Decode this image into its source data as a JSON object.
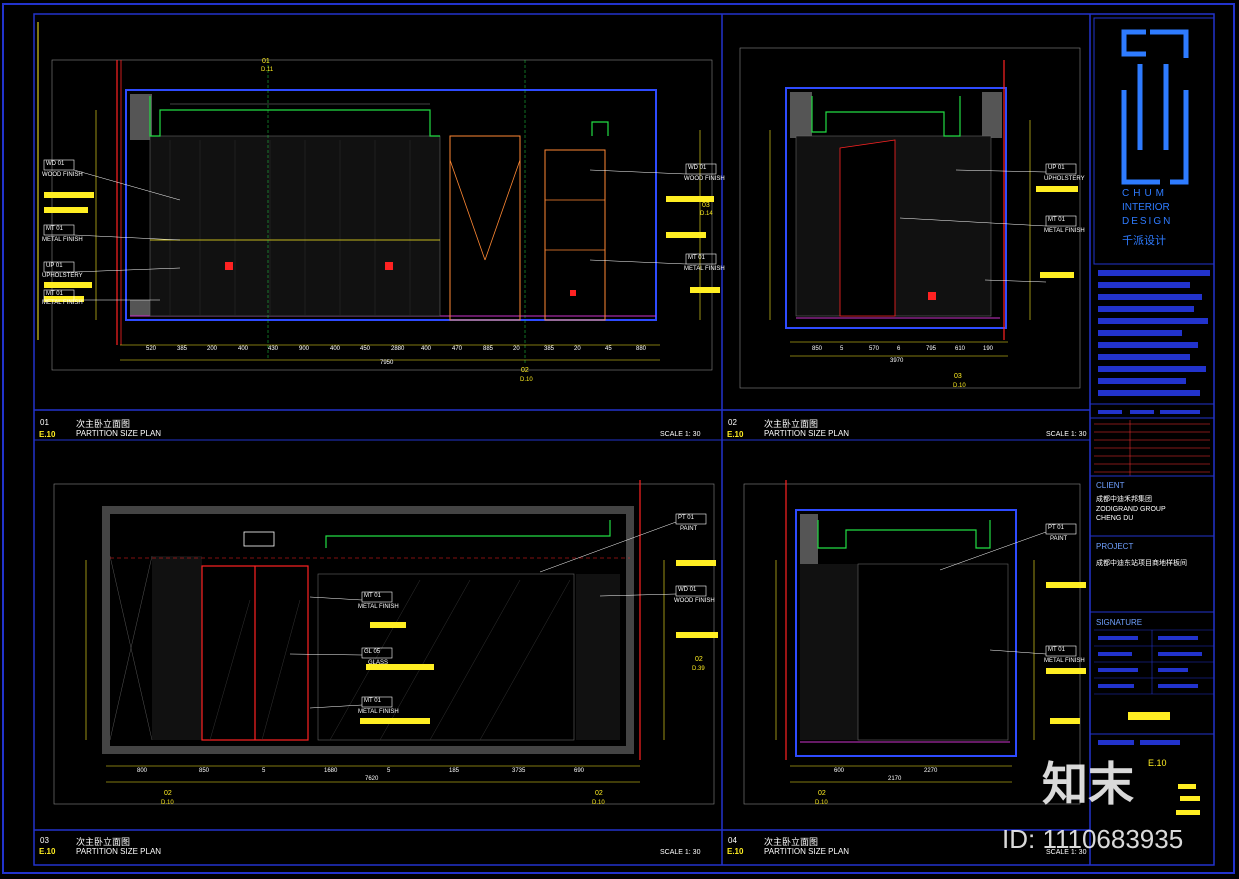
{
  "panels": [
    {
      "num": "01",
      "sheet": "E.10",
      "title_cn": "次主卧立面图",
      "title_en": "PARTITION SIZE PLAN",
      "scale": "SCALE 1: 30"
    },
    {
      "num": "02",
      "sheet": "E.10",
      "title_cn": "次主卧立面图",
      "title_en": "PARTITION SIZE PLAN",
      "scale": "SCALE 1: 30"
    },
    {
      "num": "03",
      "sheet": "E.10",
      "title_cn": "次主卧立面图",
      "title_en": "PARTITION SIZE PLAN",
      "scale": "SCALE 1: 30"
    },
    {
      "num": "04",
      "sheet": "E.10",
      "title_cn": "次主卧立面图",
      "title_en": "PARTITION SIZE PLAN",
      "scale": "SCALE 1: 30"
    }
  ],
  "logo": {
    "line1": "CHUM",
    "line2": "INTERIOR",
    "line3": "DESIGN",
    "line4": "千派设计"
  },
  "title_block": {
    "client_label": "CLIENT",
    "client_cn": "成都中迪禾邦集团",
    "client_en1": "ZODIGRAND GROUP",
    "client_en2": "CHENG DU",
    "project_label": "PROJECT",
    "project_cn": "成都中迪东站项目商地样板间",
    "signature_label": "SIGNATURE",
    "sheet_no": "E.10"
  },
  "tags_p1": [
    {
      "code": "WD",
      "num": "01",
      "desc": "WOOD FINISH"
    },
    {
      "code": "MT",
      "num": "01",
      "desc": "METAL FINISH"
    },
    {
      "code": "UP",
      "num": "01",
      "desc": "UPHOLSTERY"
    },
    {
      "code": "MT",
      "num": "01",
      "desc": "METAL FINISH"
    },
    {
      "code": "WD",
      "num": "01",
      "desc": "WOOD FINISH"
    },
    {
      "code": "MT",
      "num": "01",
      "desc": "METAL FINISH"
    }
  ],
  "tags_p2": [
    {
      "code": "UP",
      "num": "01",
      "desc": "UPHOLSTERY"
    },
    {
      "code": "MT",
      "num": "01",
      "desc": "METAL FINISH"
    }
  ],
  "tags_p3": [
    {
      "code": "PT",
      "num": "01",
      "desc": "PAINT"
    },
    {
      "code": "WD",
      "num": "01",
      "desc": "WOOD FINISH"
    },
    {
      "code": "MT",
      "num": "01",
      "desc": "METAL FINISH"
    },
    {
      "code": "GL",
      "num": "05",
      "desc": "GLASS"
    },
    {
      "code": "MT",
      "num": "01",
      "desc": "METAL FINISH"
    }
  ],
  "tags_p4": [
    {
      "code": "PT",
      "num": "01",
      "desc": "PAINT"
    },
    {
      "code": "MT",
      "num": "01",
      "desc": "METAL FINISH"
    }
  ],
  "dims_p1": [
    "520",
    "385",
    "200",
    "400",
    "430",
    "900",
    "400",
    "450",
    "2880",
    "400",
    "470",
    "885",
    "20",
    "385",
    "20",
    "45",
    "880"
  ],
  "total_p1": "7950",
  "dims_p2": [
    "850",
    "5",
    "570",
    "6",
    "795",
    "610",
    "190"
  ],
  "total_p2": "3970",
  "dims_p3": [
    "800",
    "850",
    "5",
    "1680",
    "5",
    "185",
    "3735",
    "690"
  ],
  "total_p3": "7620",
  "dims_p4": [
    "600",
    "2270"
  ],
  "total_p4": "2170",
  "callouts": {
    "c1": "01",
    "c1s": "D.11",
    "c2": "03",
    "c2s": "D.14",
    "c3": "02",
    "c3s": "D.10",
    "c4": "03",
    "c4s": "D.10",
    "c5": "02",
    "c5s": "D.39",
    "c6": "02",
    "c6s": "D.10",
    "c7": "02",
    "c7s": "D.10",
    "c8": "02",
    "c8s": "D.10"
  },
  "watermark": {
    "brand": "知末",
    "id": "ID: 1110683935"
  },
  "colors": {
    "frame": "#2233cc",
    "line": "#2e4bff",
    "yellow": "#ffee22",
    "red": "#ff2222",
    "green": "#22dd44",
    "white": "#ffffff"
  }
}
